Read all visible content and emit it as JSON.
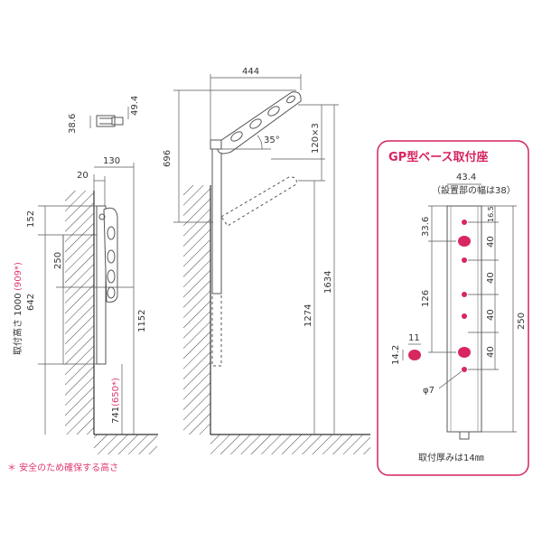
{
  "colors": {
    "accent": "#d6245f",
    "line": "#555555",
    "hole": "#d8265f"
  },
  "small_view": {
    "dim_width": "38.6",
    "dim_height": "49.4"
  },
  "left_view": {
    "dim_top": "130",
    "dim_offset": "20",
    "dim_152": "152",
    "dim_250": "250",
    "dim_642": "642",
    "dim_1152": "1152",
    "dim_741": "741",
    "dim_741_alt": "(650*)",
    "mount_height_label": "取付高さ 1000",
    "mount_height_alt": "(909*)"
  },
  "right_view": {
    "dim_444": "444",
    "dim_696": "696",
    "angle": "35°",
    "dim_120x3": "120×3",
    "dim_1274": "1274",
    "dim_1634": "1634"
  },
  "panel": {
    "title": "GP型ベース取付座",
    "width": "43.4",
    "width_note": "（設置部の幅は38）",
    "dim_16_5": "16.5",
    "dim_33_6": "33.6",
    "dim_126": "126",
    "dim_40s": [
      "40",
      "40",
      "40",
      "40"
    ],
    "dim_250": "250",
    "dim_14_2": "14.2",
    "dim_11": "11",
    "hole_dia": "φ7",
    "thickness": "取付厚みは14㎜"
  },
  "footnote": "＊ 安全のため確保する高さ"
}
